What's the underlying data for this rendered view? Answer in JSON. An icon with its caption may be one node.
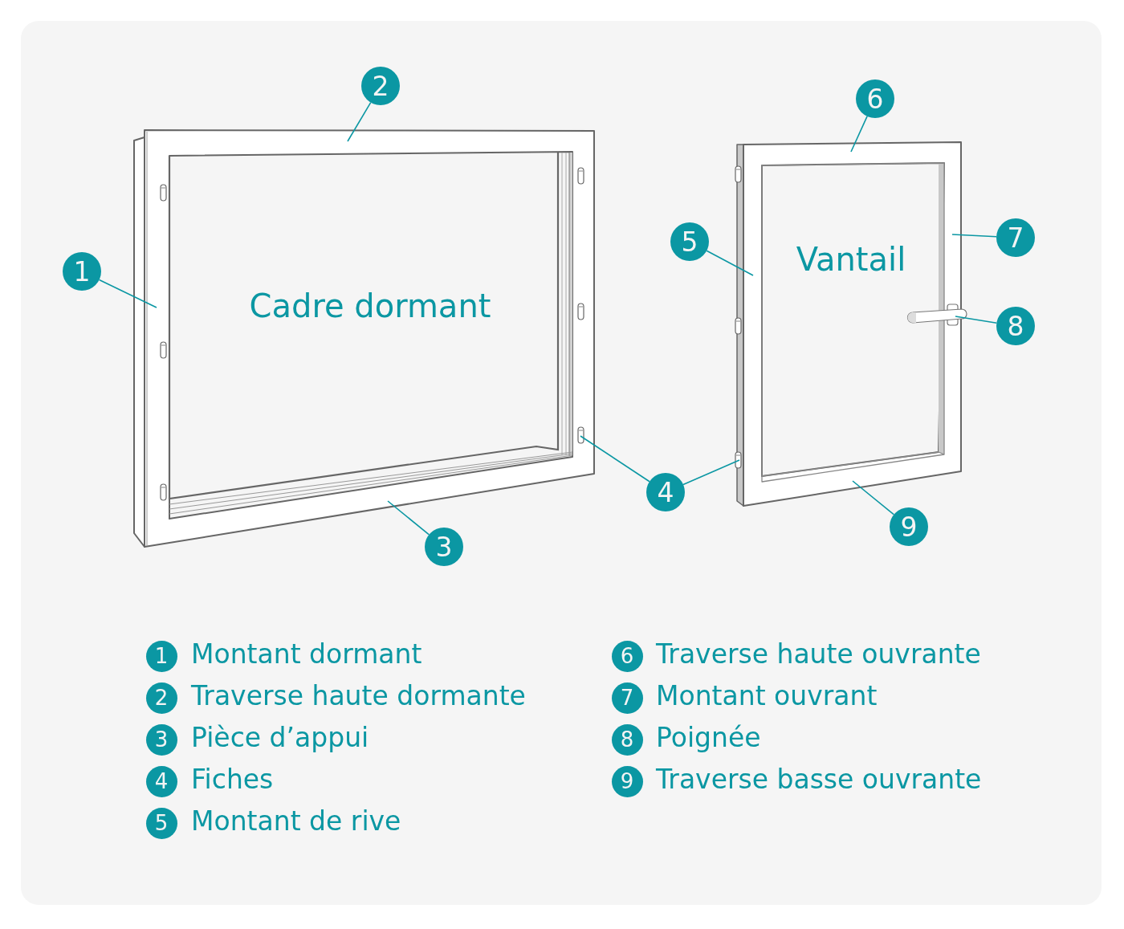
{
  "diagram": {
    "nodes": [
      {
        "text": [
          "Cadre dormant"
        ]
      },
      {
        "text": [
          "Vantail"
        ]
      },
      {
        "text": [
          "1"
        ]
      },
      {
        "text": [
          "2"
        ]
      },
      {
        "text": [
          "3"
        ]
      },
      {
        "text": [
          "4"
        ]
      },
      {
        "text": [
          "5"
        ]
      },
      {
        "text": [
          "6"
        ]
      },
      {
        "text": [
          "7"
        ]
      },
      {
        "text": [
          "8"
        ]
      },
      {
        "text": [
          "9"
        ]
      },
      {
        "text": [
          "1"
        ],
        "beside": [
          "Montant dormant"
        ]
      },
      {
        "text": [
          "2"
        ],
        "beside": [
          "Traverse haute dormante"
        ]
      },
      {
        "text": [
          "3"
        ],
        "beside": [
          "Pièce d’appui"
        ]
      },
      {
        "text": [
          "4"
        ],
        "beside": [
          "Fiches"
        ]
      },
      {
        "text": [
          "5"
        ],
        "beside": [
          "Montant de rive"
        ]
      },
      {
        "text": [
          "6"
        ],
        "beside": [
          "Traverse haute ouvrante"
        ]
      },
      {
        "text": [
          "7"
        ],
        "beside": [
          "Montant ouvrant"
        ]
      },
      {
        "text": [
          "8"
        ],
        "beside": [
          "Poignée"
        ]
      },
      {
        "text": [
          "9"
        ],
        "beside": [
          "Traverse basse ouvrante"
        ]
      }
    ],
    "edges": [
      {
        "from": 2,
        "to": 0,
        "arrow": "none"
      },
      {
        "from": 3,
        "to": 0,
        "arrow": "none"
      },
      {
        "from": 4,
        "to": 0,
        "arrow": "none"
      },
      {
        "from": 5,
        "to": 0,
        "arrow": "none"
      },
      {
        "from": 5,
        "to": 1,
        "arrow": "none"
      },
      {
        "from": 6,
        "to": 1,
        "arrow": "none"
      },
      {
        "from": 7,
        "to": 1,
        "arrow": "none"
      },
      {
        "from": 8,
        "to": 1,
        "arrow": "none"
      },
      {
        "from": 9,
        "to": 1,
        "arrow": "none"
      },
      {
        "from": 10,
        "to": 1,
        "arrow": "none"
      }
    ]
  }
}
